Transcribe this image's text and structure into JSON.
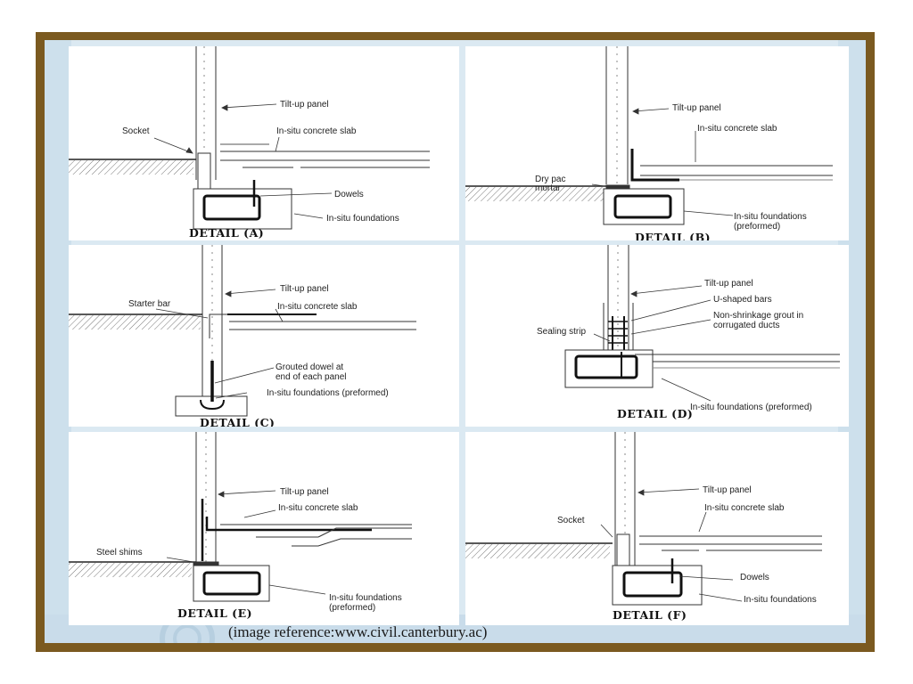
{
  "colors": {
    "frame": "#7b5a20",
    "background": "#dbe9f2",
    "ink": "#222222"
  },
  "details": {
    "a": {
      "title": "DETAIL (A)",
      "panel": "Tilt-up panel",
      "slab": "In-situ concrete slab",
      "socket": "Socket",
      "dowels": "Dowels",
      "foundation": "In-situ foundations"
    },
    "b": {
      "title": "DETAIL (B)",
      "panel": "Tilt-up panel",
      "slab": "In-situ concrete slab",
      "mortar_1": "Dry pac",
      "mortar_2": "mortar",
      "foundation_1": "In-situ foundations",
      "foundation_2": "(preformed)"
    },
    "c": {
      "title": "DETAIL (C)",
      "panel": "Tilt-up panel",
      "slab": "In-situ concrete slab",
      "starter": "Starter bar",
      "grouted_1": "Grouted dowel at",
      "grouted_2": "end of each panel",
      "foundation": "In-situ foundations (preformed)"
    },
    "d": {
      "title": "DETAIL (D)",
      "panel": "Tilt-up panel",
      "ubars": "U-shaped bars",
      "grout_1": "Non-shrinkage grout in",
      "grout_2": "corrugated ducts",
      "sealing": "Sealing strip",
      "foundation": "In-situ foundations (preformed)"
    },
    "e": {
      "title": "DETAIL (E)",
      "panel": "Tilt-up panel",
      "slab": "In-situ concrete slab",
      "shims": "Steel shims",
      "foundation_1": "In-situ foundations",
      "foundation_2": "(preformed)"
    },
    "f": {
      "title": "DETAIL (F)",
      "panel": "Tilt-up panel",
      "slab": "In-situ concrete slab",
      "socket": "Socket",
      "dowels": "Dowels",
      "foundation": "In-situ foundations"
    }
  },
  "caption": "(image reference:www.civil.canterbury.ac)"
}
